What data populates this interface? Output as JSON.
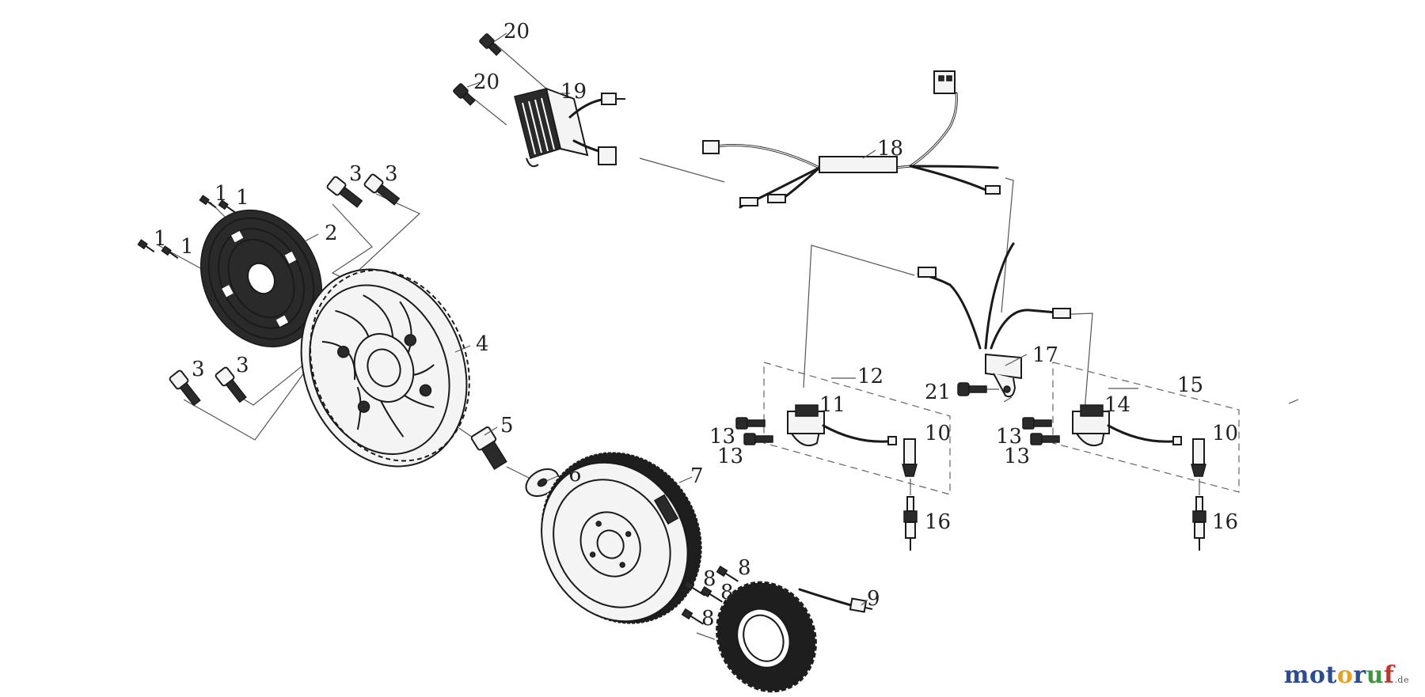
{
  "diagram": {
    "callouts": [
      {
        "id": "c1a",
        "label": "1"
      },
      {
        "id": "c1b",
        "label": "1"
      },
      {
        "id": "c1c",
        "label": "1"
      },
      {
        "id": "c1d",
        "label": "1"
      },
      {
        "id": "c2",
        "label": "2"
      },
      {
        "id": "c3a",
        "label": "3"
      },
      {
        "id": "c3b",
        "label": "3"
      },
      {
        "id": "c3c",
        "label": "3"
      },
      {
        "id": "c3d",
        "label": "3"
      },
      {
        "id": "c4",
        "label": "4"
      },
      {
        "id": "c5",
        "label": "5"
      },
      {
        "id": "c6",
        "label": "6"
      },
      {
        "id": "c7",
        "label": "7"
      },
      {
        "id": "c8a",
        "label": "8"
      },
      {
        "id": "c8b",
        "label": "8"
      },
      {
        "id": "c8c",
        "label": "8"
      },
      {
        "id": "c8d",
        "label": "8"
      },
      {
        "id": "c9",
        "label": "9"
      },
      {
        "id": "c10a",
        "label": "10"
      },
      {
        "id": "c10b",
        "label": "10"
      },
      {
        "id": "c11",
        "label": "11"
      },
      {
        "id": "c12",
        "label": "12"
      },
      {
        "id": "c13a",
        "label": "13"
      },
      {
        "id": "c13b",
        "label": "13"
      },
      {
        "id": "c13c",
        "label": "13"
      },
      {
        "id": "c13d",
        "label": "13"
      },
      {
        "id": "c14",
        "label": "14"
      },
      {
        "id": "c15",
        "label": "15"
      },
      {
        "id": "c16a",
        "label": "16"
      },
      {
        "id": "c16b",
        "label": "16"
      },
      {
        "id": "c17",
        "label": "17"
      },
      {
        "id": "c18",
        "label": "18"
      },
      {
        "id": "c19",
        "label": "19"
      },
      {
        "id": "c20a",
        "label": "20"
      },
      {
        "id": "c20b",
        "label": "20"
      },
      {
        "id": "c21",
        "label": "21"
      }
    ]
  },
  "brand": {
    "letters": [
      {
        "ch": "m",
        "color": "#2a4a9a"
      },
      {
        "ch": "o",
        "color": "#2a4a9a"
      },
      {
        "ch": "t",
        "color": "#2a4a9a"
      },
      {
        "ch": "o",
        "color": "#e8a020"
      },
      {
        "ch": "r",
        "color": "#2a4a9a"
      },
      {
        "ch": "u",
        "color": "#3a9a3a"
      },
      {
        "ch": "f",
        "color": "#c8302a"
      }
    ],
    "suffix": ".de"
  }
}
